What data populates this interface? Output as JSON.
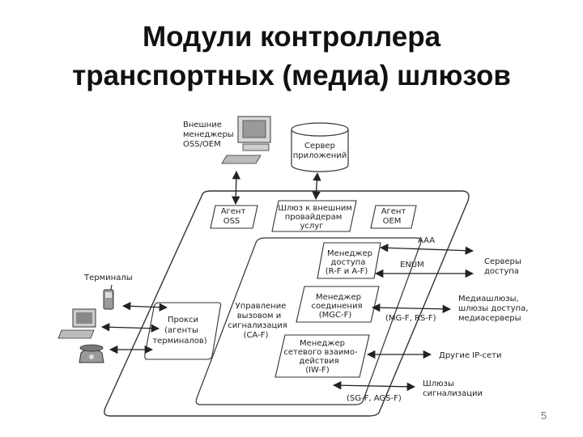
{
  "title": {
    "line1": "Модули контроллера",
    "line2": "транспортных (медиа) шлюзов"
  },
  "slide_number": "5",
  "diagram": {
    "external_managers": [
      "Внешние",
      "менеджеры",
      "OSS/OEM"
    ],
    "app_server": [
      "Сервер",
      "приложений"
    ],
    "terminals_label": "Терминалы",
    "oss_agent": [
      "Агент",
      "OSS"
    ],
    "gateway": [
      "Шлюз к внешним",
      "провайдерам",
      "услуг"
    ],
    "oem_agent": [
      "Агент",
      "OEM"
    ],
    "call_control": [
      "Управление",
      "вызовом и",
      "сигнализация",
      "(CA-F)"
    ],
    "proxy": [
      "Прокси",
      "(агенты",
      "терминалов)"
    ],
    "access_manager": [
      "Менеджер",
      "доступа",
      "(R-F и A-F)"
    ],
    "connection_manager": [
      "Менеджер",
      "соединения",
      "(MGC-F)"
    ],
    "interworking_manager": [
      "Менеджер",
      "сетевого взаимо-",
      "действия",
      "(IW-F)"
    ],
    "aaa": "AAA",
    "enum": "ENUM",
    "access_servers": [
      "Серверы",
      "доступа"
    ],
    "mg_rs": "(MG-F, RS-F)",
    "media_gateways": [
      "Медиашлюзы,",
      "шлюзы доступа,",
      "медиасерверы"
    ],
    "other_ip": "Другие IP-сети",
    "sg_ags": "(SG-F, AGS-F)",
    "signaling_gateways": [
      "Шлюзы",
      "сигнализации"
    ]
  }
}
